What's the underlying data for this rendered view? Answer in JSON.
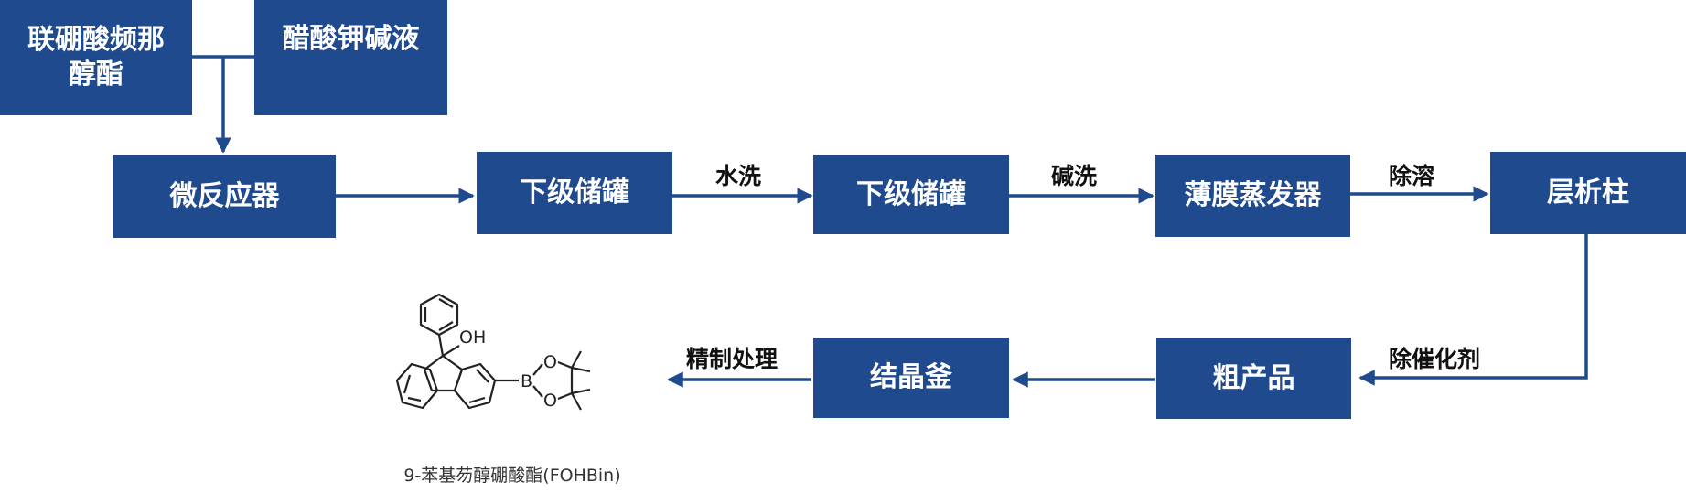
{
  "colors": {
    "box_fill": "#1f4a8e",
    "box_text": "#ffffff",
    "arrow": "#1f4a8e",
    "label_text": "#111111"
  },
  "inputs": {
    "reagent_1": [
      "联硼酸频那",
      "醇酯"
    ],
    "reagent_2": "醋酸钾碱液"
  },
  "flow_top": {
    "micro_reactor": "微反应器",
    "lower_tank_1": "下级储罐",
    "wash_1": "水洗",
    "lower_tank_2": "下级储罐",
    "wash_2": "碱洗",
    "film_evaporator": "薄膜蒸发器",
    "step_desolvent": "除溶",
    "chromatography_column": "层析柱"
  },
  "flow_bottom": {
    "step_decatalyst": "除催化剂",
    "crude_product": "粗产品",
    "crystallizer": "结晶釜",
    "step_refine": "精制处理"
  },
  "product": {
    "caption": "9-苯基芴醇硼酸酯(FOHBin)",
    "atom_labels": {
      "hydroxyl": "OH",
      "boron": "B",
      "oxygen": "O"
    }
  }
}
